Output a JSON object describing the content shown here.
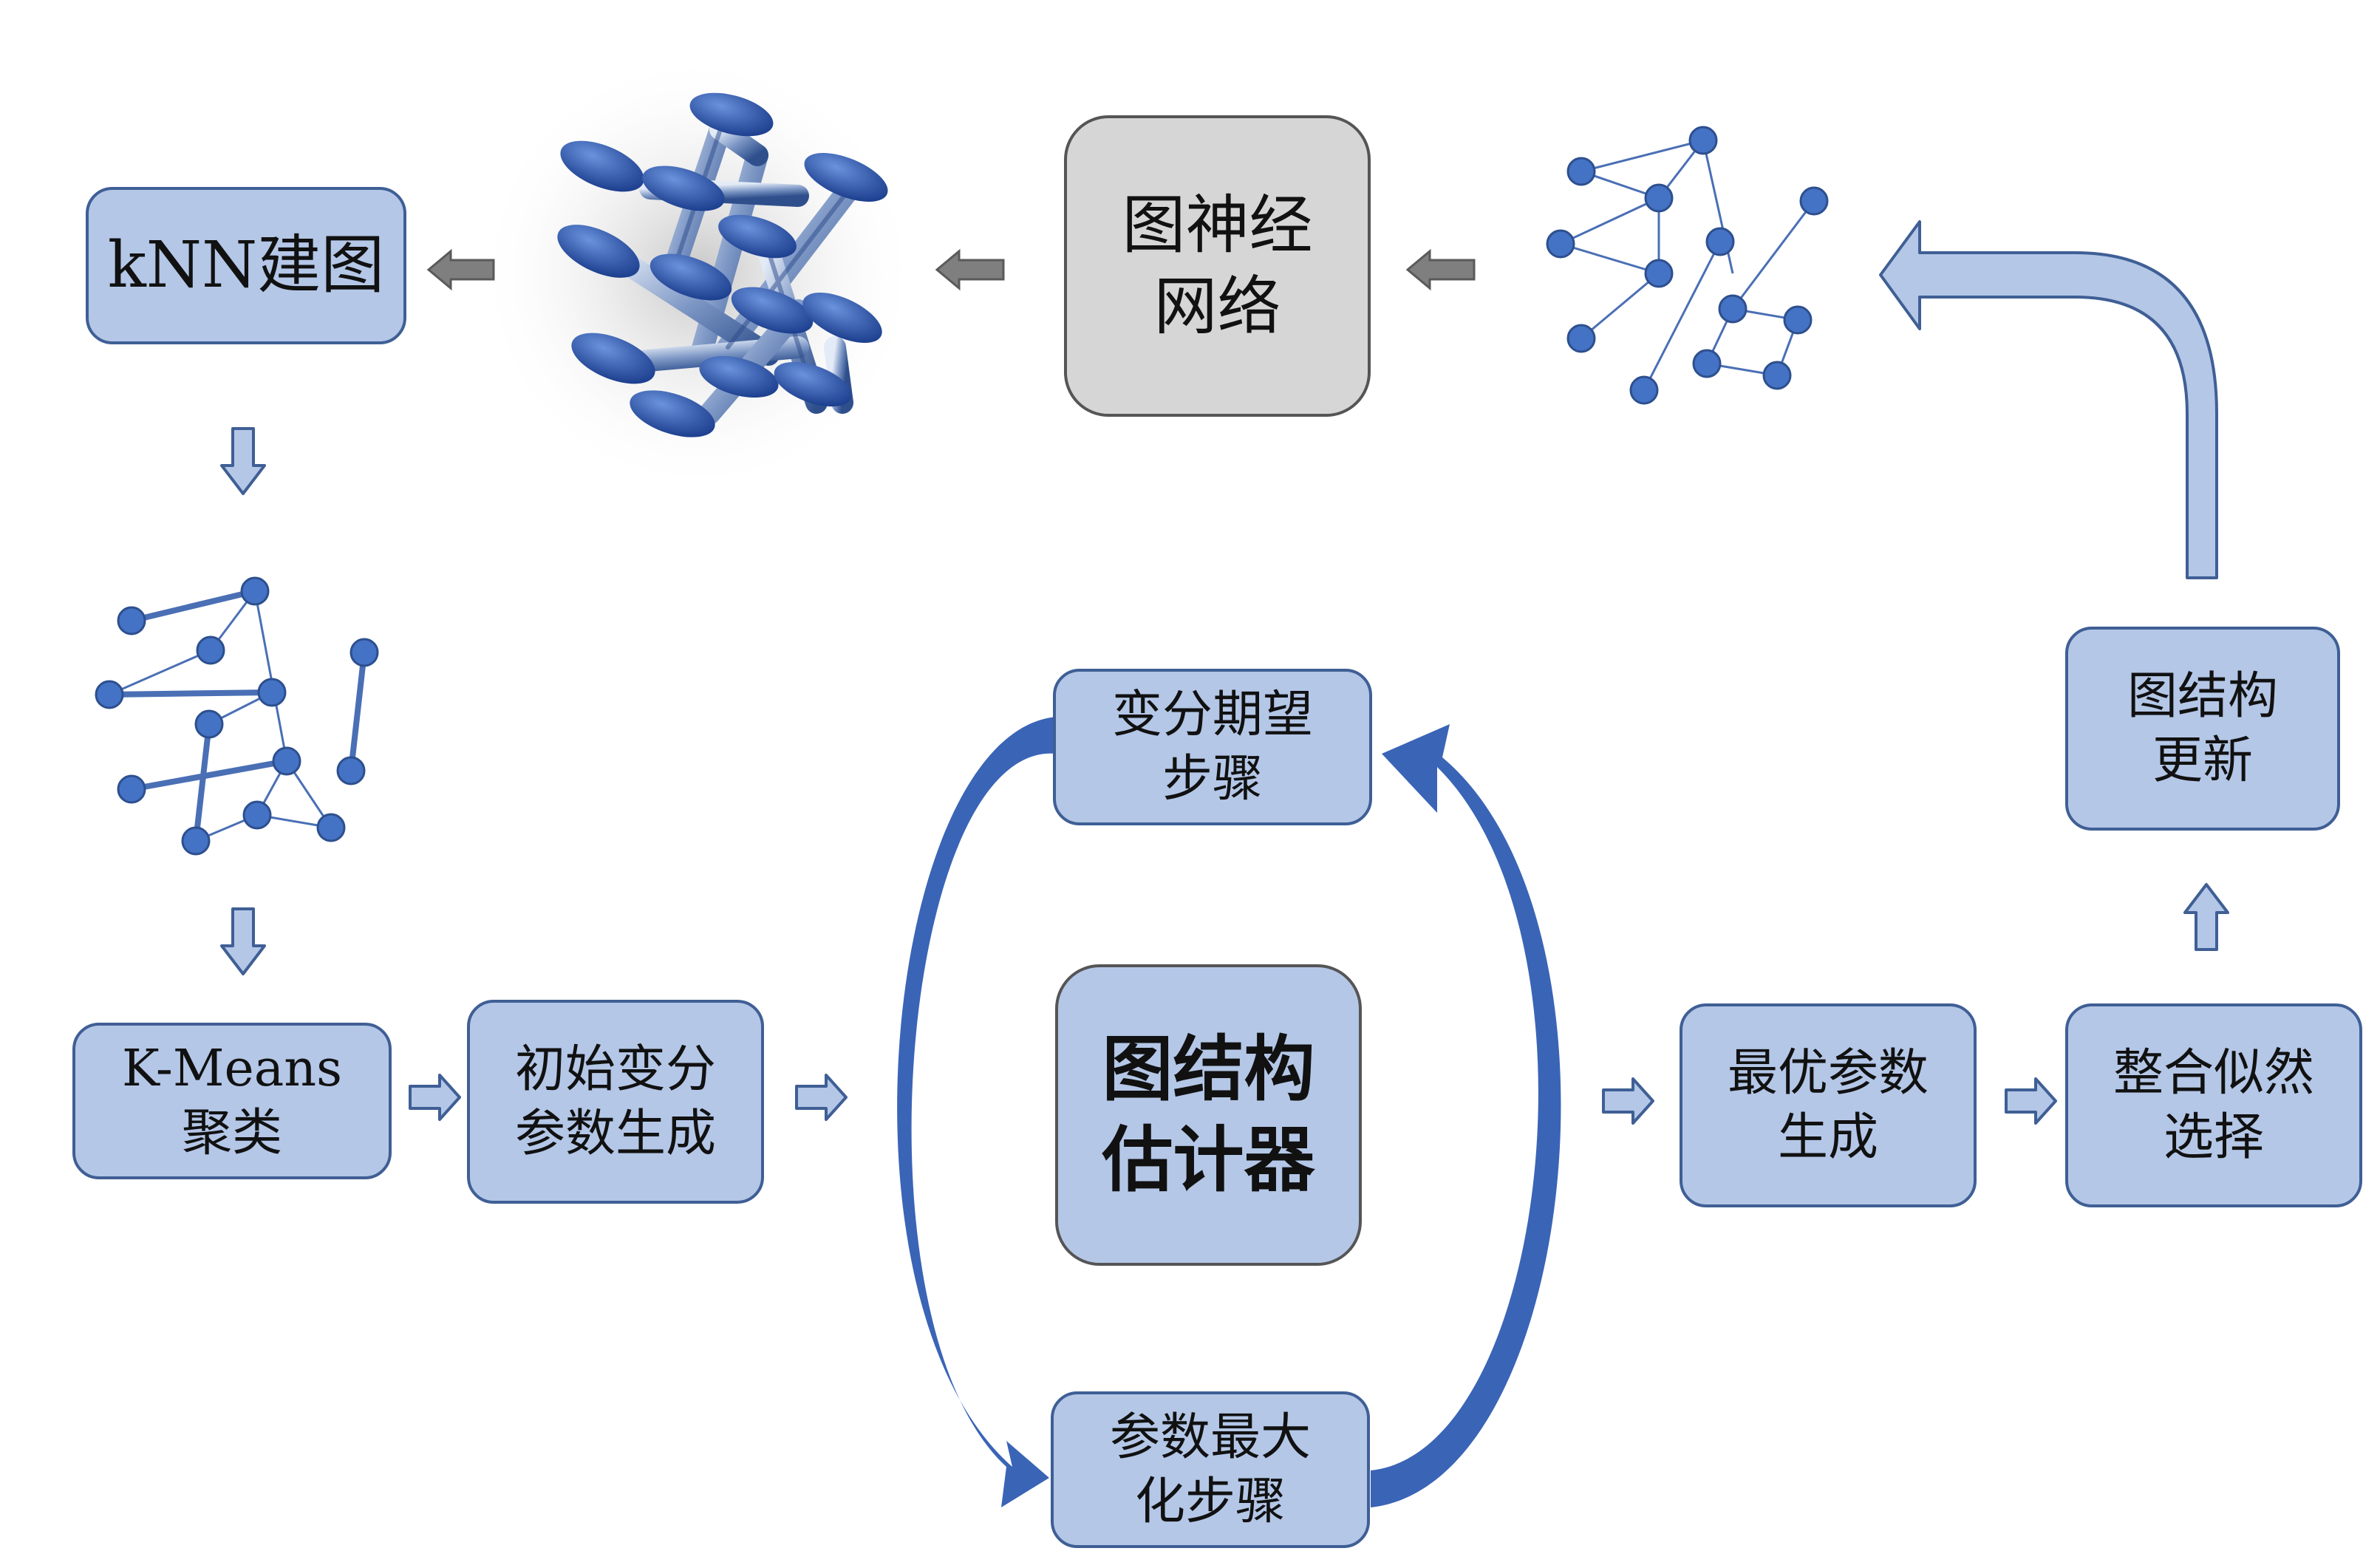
{
  "colors": {
    "box_fill": "#b4c7e7",
    "box_border": "#3f5f95",
    "node": "#4472c4",
    "edge": "#4a6fb5",
    "loop_arrow": "#3a64b6",
    "gray_box_fill": "#d6d6d6",
    "gray_arrow": "#7f7f7f"
  },
  "boxes": {
    "knn": {
      "line1": "kNN建图"
    },
    "gnn": {
      "line1": "图神经",
      "line2": "网络"
    },
    "kmeans": {
      "line1": "K-Means",
      "line2": "聚类"
    },
    "init": {
      "line1": "初始变分",
      "line2": "参数生成"
    },
    "estep": {
      "line1": "变分期望",
      "line2": "步骤"
    },
    "mstep": {
      "line1": "参数最大",
      "line2": "化步骤"
    },
    "center": {
      "line1": "图结构",
      "line2": "估计器"
    },
    "optimal": {
      "line1": "最优参数",
      "line2": "生成"
    },
    "select": {
      "line1": "整合似然",
      "line2": "选择"
    },
    "update": {
      "line1": "图结构",
      "line2": "更新"
    }
  },
  "icons": {
    "molecule": "3d-molecule-network-icon",
    "graph_top": "node-graph-icon",
    "graph_left": "clustered-graph-icon"
  }
}
